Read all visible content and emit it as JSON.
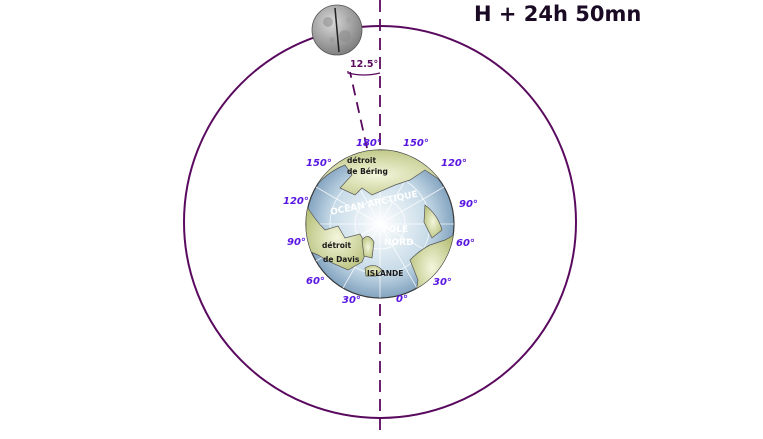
{
  "title": "H + 24h 50mn",
  "angle_label": "12.5°",
  "longitudes": [
    "180°",
    "150°",
    "150°",
    "120°",
    "120°",
    "90°",
    "90°",
    "60°",
    "60°",
    "30°",
    "30°",
    "0°"
  ],
  "map_labels": {
    "detroit_bering_1": "détroit",
    "detroit_bering_2": "de Béring",
    "ocean": "OCEAN ARCTIQUE",
    "pole_1": "POLE",
    "pole_2": "NORD",
    "detroit_davis_1": "détroit",
    "detroit_davis_2": "de Davis",
    "islande": "ISLANDE"
  },
  "colors": {
    "orbit": "#5a0a5e",
    "degree_text": "#5a16e0",
    "ocean": "#b9d6e8",
    "land": "#dfe6b4"
  },
  "icons": [
    "moon-icon"
  ]
}
